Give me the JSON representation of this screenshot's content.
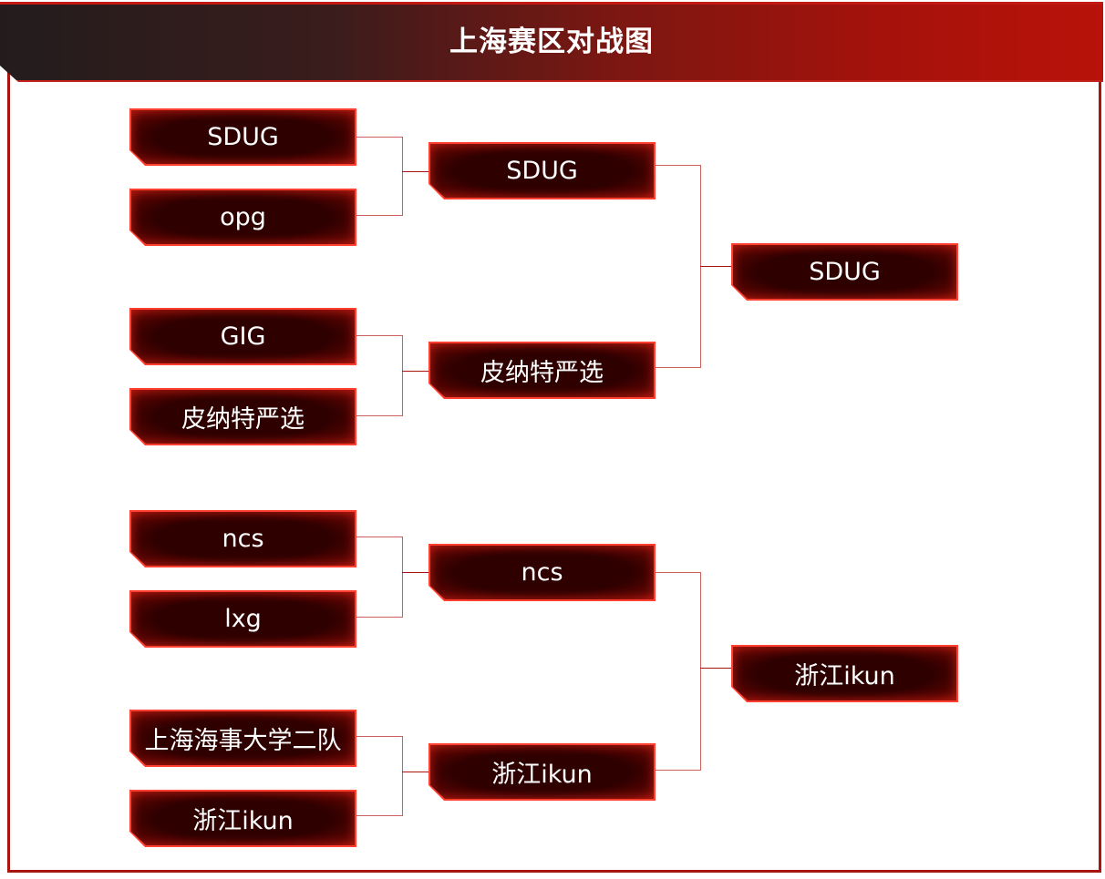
{
  "title": "上海赛区对战图",
  "rounds": {
    "round1": [
      "SDUG",
      "opg",
      "GIG",
      "皮纳特严选",
      "ncs",
      "lxg",
      "上海海事大学二队",
      "浙江ikun"
    ],
    "round2": [
      "SDUG",
      "皮纳特严选",
      "ncs",
      "浙江ikun"
    ],
    "round3": [
      "SDUG",
      "浙江ikun"
    ]
  },
  "colors": {
    "accent": "#b8120a",
    "box_fill": "#2e0000",
    "line": "#c9625d"
  }
}
